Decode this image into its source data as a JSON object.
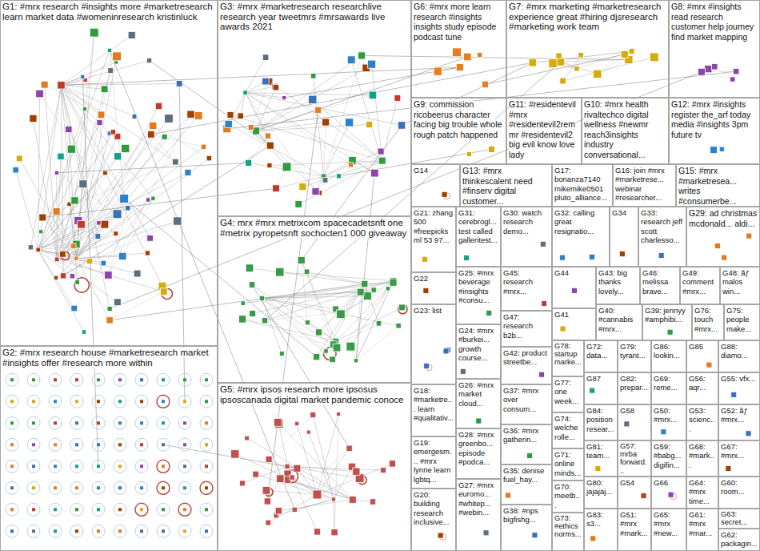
{
  "diagram": {
    "nodes": [
      {
        "text": [
          "G1: #mrx research #insights more #marketresearch learn market data #womeninresearch kristinluck"
        ]
      },
      {
        "text": [
          "G3: #mrx #marketresearch researchlive research year tweetmrs #mrsawards live awards 2021"
        ]
      },
      {
        "text": [
          "G6: #mrx more learn research #insights insights study episode podcast tune"
        ]
      },
      {
        "text": [
          "G7: #mrx marketing #marketresearch experience great #hiring djsresearch #marketing work team"
        ]
      },
      {
        "text": [
          "G8: #mrx #insights read research customer help journey find market mapping"
        ]
      },
      {
        "text": [
          "G9: commission ricobeerus character facing big trouble whole rough patch happened"
        ]
      },
      {
        "text": [
          "G11: #residentevil #mrx #residentevil2rem mr #residentevil2 big evil know love lady"
        ]
      },
      {
        "text": [
          "G10: #mrx health rivaltechco digital wellness #newmr reach3insights industry conversational..."
        ]
      },
      {
        "text": [
          "G12: #mrx #insights register the_arf today media #insights 3pm future tv"
        ]
      },
      {
        "text": [
          "G14"
        ]
      },
      {
        "text": [
          "G13: #mrx thinkescalent need #finserv digital customer..."
        ]
      },
      {
        "text": [
          "G17: bonanza7140 mikemike0501 pluto_alliance..."
        ]
      },
      {
        "text": [
          "G16: join #mrx #marketrese... webinar #researcher..."
        ]
      },
      {
        "text": [
          "G15: #mrx #marketresea... writes #consumerbe..."
        ]
      },
      {
        "text": [
          "G4: mrx #mrx metrixcom spacecadetsnft one #metrix pyropetsnft sochocten1 000 giveaway"
        ]
      },
      {
        "text": [
          "G21: zhang 500 #freepicks ml 53 97..."
        ]
      },
      {
        "text": [
          "G31: cerebrogl... test called galleritest..."
        ]
      },
      {
        "text": [
          "G30: watch research demo..."
        ]
      },
      {
        "text": [
          "G32: calling great resignatio..."
        ]
      },
      {
        "text": [
          "G34"
        ]
      },
      {
        "text": [
          "G33: research jeff scott charlesso..."
        ]
      },
      {
        "text": [
          "G29: ad christmas mcdonald... aldi..."
        ]
      },
      {
        "text": [
          "G25: #mrx beverage #insights #consu..."
        ]
      },
      {
        "text": [
          "G45: research #mrx..."
        ]
      },
      {
        "text": [
          "G44"
        ]
      },
      {
        "text": [
          "G43: big thanks lovely..."
        ]
      },
      {
        "text": [
          "G46: melissa brave..."
        ]
      },
      {
        "text": [
          "G49: comment #mrx..."
        ]
      },
      {
        "text": [
          "G48: ãƒ malos win..."
        ]
      },
      {
        "text": [
          "G22"
        ]
      },
      {
        "text": [
          "G23: list"
        ]
      },
      {
        "text": [
          "G40: #cannabis #mrx..."
        ]
      },
      {
        "text": [
          "G39: jennyy #amphibi..."
        ]
      },
      {
        "text": [
          "G76: touch #mrx..."
        ]
      },
      {
        "text": [
          "G75: people make..."
        ]
      },
      {
        "text": [
          "G41"
        ]
      },
      {
        "text": [
          "G47: research b2b..."
        ]
      },
      {
        "text": [
          "G24: #mrx #burkei... growth course..."
        ]
      },
      {
        "text": [
          "G72: data..."
        ]
      },
      {
        "text": [
          "G79: tyrant..."
        ]
      },
      {
        "text": [
          "G86: lookin..."
        ]
      },
      {
        "text": [
          "G85"
        ]
      },
      {
        "text": [
          "G88: diamo..."
        ]
      },
      {
        "text": [
          "G78: startup marke..."
        ]
      },
      {
        "text": [
          "G42: product streetbe..."
        ]
      },
      {
        "text": [
          "G2: #mrx research house #marketresearch market #insights offer #research more within"
        ]
      },
      {
        "text": [
          "G87"
        ]
      },
      {
        "text": [
          "G82: prepar..."
        ]
      },
      {
        "text": [
          "G69: reme..."
        ]
      },
      {
        "text": [
          "G56: aqr..."
        ]
      },
      {
        "text": [
          "G55: vfx..."
        ]
      },
      {
        "text": [
          "G77: one week..."
        ]
      },
      {
        "text": [
          "G26: #mrx market cloud..."
        ]
      },
      {
        "text": [
          "G5: #mrx ipsos research more ipsosus ipsoscanada digital market pandemic conoce"
        ]
      },
      {
        "text": [
          "G18: #marketre... learn #qualitativ..."
        ]
      },
      {
        "text": [
          "G37: #mrx over consum..."
        ]
      },
      {
        "text": [
          "G84: position resear..."
        ]
      },
      {
        "text": [
          "G58"
        ]
      },
      {
        "text": [
          "G50: #mrx..."
        ]
      },
      {
        "text": [
          "G53: scienc..."
        ]
      },
      {
        "text": [
          "G52: ãƒ #mrx..."
        ]
      },
      {
        "text": [
          "G74: welche rolle..."
        ]
      },
      {
        "text": [
          "G36: #mrx gatherin..."
        ]
      },
      {
        "text": [
          "G28: #mrx greenbo... episode #podca..."
        ]
      },
      {
        "text": [
          "G19: emergesm... #mrx lynne learn lgbtq..."
        ]
      },
      {
        "text": [
          "G81: team..."
        ]
      },
      {
        "text": [
          "G57: mrba forward..."
        ]
      },
      {
        "text": [
          "G59: #babg... digifin..."
        ]
      },
      {
        "text": [
          "G68: #mark..."
        ]
      },
      {
        "text": [
          "G67: #mrx..."
        ]
      },
      {
        "text": [
          "G71: online minds..."
        ]
      },
      {
        "text": [
          "G35: denise fuel_hay..."
        ]
      },
      {
        "text": [
          "G80: jajajaj..."
        ]
      },
      {
        "text": [
          "G54"
        ]
      },
      {
        "text": [
          "G66"
        ]
      },
      {
        "text": [
          "G64: #mrx time..."
        ]
      },
      {
        "text": [
          "G60: room..."
        ]
      },
      {
        "text": [
          "G27: #mrx euromo... #whitep... #webin..."
        ]
      },
      {
        "text": [
          "G70: meetb..."
        ]
      },
      {
        "text": [
          "G20: building research inclusive..."
        ]
      },
      {
        "text": [
          "G38: #nps bigfishg..."
        ]
      },
      {
        "text": [
          "G83: s3..."
        ]
      },
      {
        "text": [
          "G51: #mrx #mark..."
        ]
      },
      {
        "text": [
          "G65: #mrx #new..."
        ]
      },
      {
        "text": [
          "G61: #mrx #mar..."
        ]
      },
      {
        "text": [
          "G63: secret..."
        ]
      },
      {
        "text": [
          "G73: #ethics norms..."
        ]
      },
      {
        "text": [
          "G62: packagin..."
        ]
      }
    ]
  }
}
